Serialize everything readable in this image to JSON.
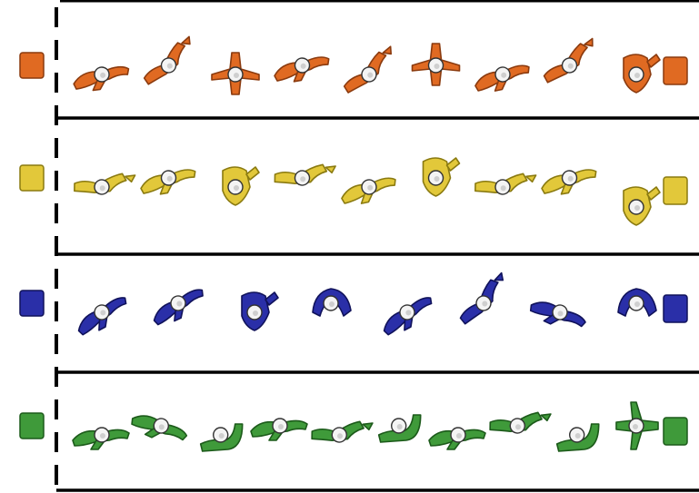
{
  "lanes": [
    {
      "name": "orange",
      "fill": "#e06a22",
      "stroke": "#8a3a0e",
      "figures": [
        {
          "kind": "spread",
          "rot": -8
        },
        {
          "kind": "arm-up",
          "rot": -20
        },
        {
          "kind": "t-pose",
          "rot": 0
        },
        {
          "kind": "spread",
          "rot": -10
        },
        {
          "kind": "arm-up",
          "rot": -18
        },
        {
          "kind": "t-pose",
          "rot": 0
        },
        {
          "kind": "spread",
          "rot": -12
        },
        {
          "kind": "arm-up",
          "rot": -15
        },
        {
          "kind": "crouch",
          "rot": 0
        }
      ]
    },
    {
      "name": "yellow",
      "fill": "#e2c83a",
      "stroke": "#8a7a10",
      "figures": [
        {
          "kind": "arm-up",
          "rot": 15
        },
        {
          "kind": "spread",
          "rot": -10
        },
        {
          "kind": "crouch",
          "rot": 0
        },
        {
          "kind": "arm-up",
          "rot": 15
        },
        {
          "kind": "spread",
          "rot": -12
        },
        {
          "kind": "crouch",
          "rot": 0
        },
        {
          "kind": "arm-up",
          "rot": 15
        },
        {
          "kind": "spread",
          "rot": -10
        },
        {
          "kind": "crouch",
          "rot": 0
        }
      ]
    },
    {
      "name": "blue",
      "fill": "#2a2fa8",
      "stroke": "#10125a",
      "figures": [
        {
          "kind": "spread",
          "rot": -28
        },
        {
          "kind": "spread",
          "rot": -25
        },
        {
          "kind": "crouch",
          "rot": 0
        },
        {
          "kind": "hunch",
          "rot": 0
        },
        {
          "kind": "spread",
          "rot": -28
        },
        {
          "kind": "arm-up",
          "rot": -25
        },
        {
          "kind": "spread",
          "rot": 25
        },
        {
          "kind": "hunch",
          "rot": 0
        }
      ]
    },
    {
      "name": "green",
      "fill": "#3f9a3a",
      "stroke": "#1c5a1a",
      "figures": [
        {
          "kind": "spread",
          "rot": 0
        },
        {
          "kind": "spread",
          "rot": 25
        },
        {
          "kind": "hook",
          "rot": 0
        },
        {
          "kind": "spread",
          "rot": 0
        },
        {
          "kind": "arm-up",
          "rot": 15
        },
        {
          "kind": "hook",
          "rot": 0
        },
        {
          "kind": "spread",
          "rot": 0
        },
        {
          "kind": "arm-up",
          "rot": 15
        },
        {
          "kind": "hook",
          "rot": 0
        },
        {
          "kind": "t-pose",
          "rot": 90
        }
      ]
    }
  ]
}
